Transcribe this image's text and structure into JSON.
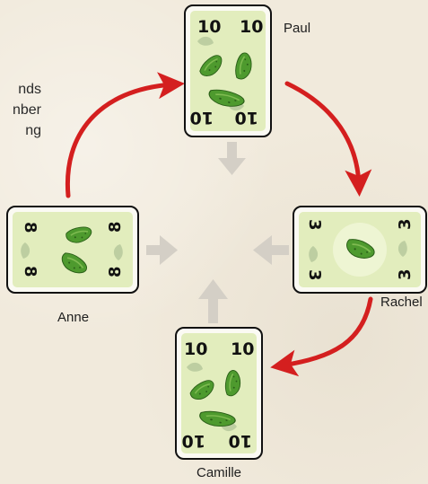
{
  "side_text": [
    "nds",
    "nber",
    "ng"
  ],
  "players": {
    "top": {
      "name": "Paul",
      "card_value": "10"
    },
    "right": {
      "name": "Rachel",
      "card_value": "3"
    },
    "bottom": {
      "name": "Camille",
      "card_value": "10"
    },
    "left": {
      "name": "Anne",
      "card_value": "8"
    }
  },
  "colors": {
    "pass_arrow": "#d41f1f",
    "center_arrow": "#d4cfc6",
    "card_face": "#e2edbd",
    "pickle": "#4e9a2e"
  },
  "icons": [
    "pickle-icon",
    "pass-arrow-icon",
    "center-arrow-icon"
  ]
}
